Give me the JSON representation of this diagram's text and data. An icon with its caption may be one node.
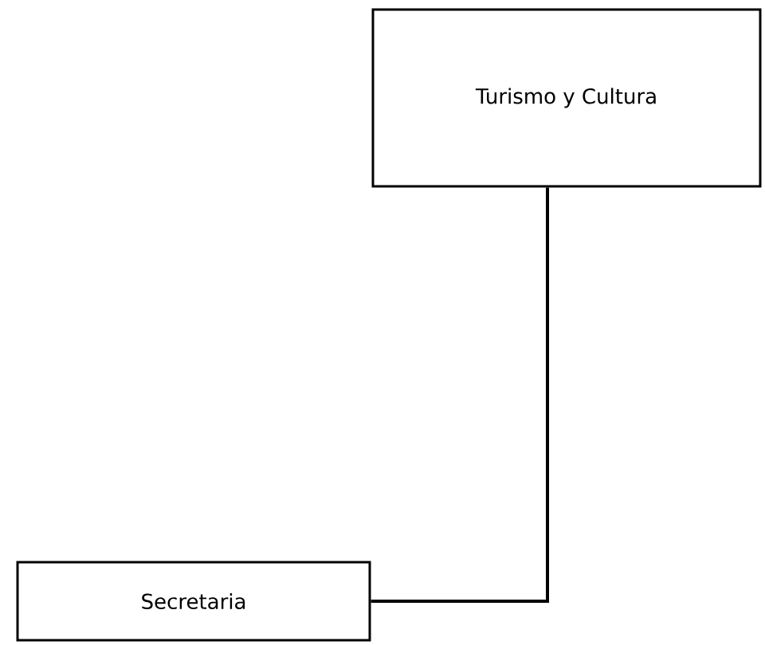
{
  "diagram": {
    "nodes": [
      {
        "text": [
          "Turismo y Cultura"
        ]
      },
      {
        "text": [
          "Secretaria"
        ]
      }
    ],
    "edges": [
      {
        "from": 0,
        "to": 1,
        "arrow": "none"
      }
    ]
  }
}
